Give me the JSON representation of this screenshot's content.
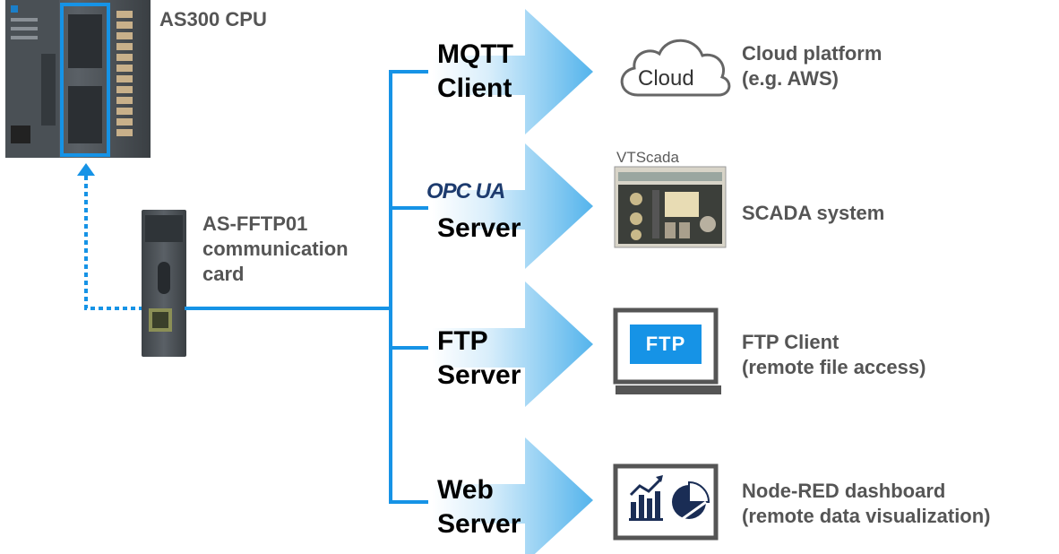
{
  "cpu": {
    "label": "AS300 CPU"
  },
  "card": {
    "label_lines": [
      "AS-FFTP01",
      "communication",
      "card"
    ]
  },
  "branches": [
    {
      "protocol_lines": [
        "MQTT",
        "Client"
      ],
      "target_lines": [
        "Cloud platform",
        "(e.g. AWS)"
      ],
      "icon": "cloud-icon",
      "icon_text": "Cloud"
    },
    {
      "protocol_logo": "OPC UA",
      "protocol_lines": [
        "Server"
      ],
      "target_lines": [
        "SCADA system"
      ],
      "icon": "scada-screenshot",
      "icon_text": "VTScada"
    },
    {
      "protocol_lines": [
        "FTP",
        "Server"
      ],
      "target_lines": [
        "FTP Client",
        "(remote file access)"
      ],
      "icon": "laptop-icon",
      "icon_text": "FTP"
    },
    {
      "protocol_lines": [
        "Web",
        "Server"
      ],
      "target_lines": [
        "Node-RED dashboard",
        "(remote data visualization)"
      ],
      "icon": "dashboard-icon",
      "icon_text": ""
    }
  ],
  "colors": {
    "connector": "#1693e6",
    "arrow_start": "#ffffff",
    "arrow_end": "#54b4ec",
    "label_gray": "#555555"
  }
}
